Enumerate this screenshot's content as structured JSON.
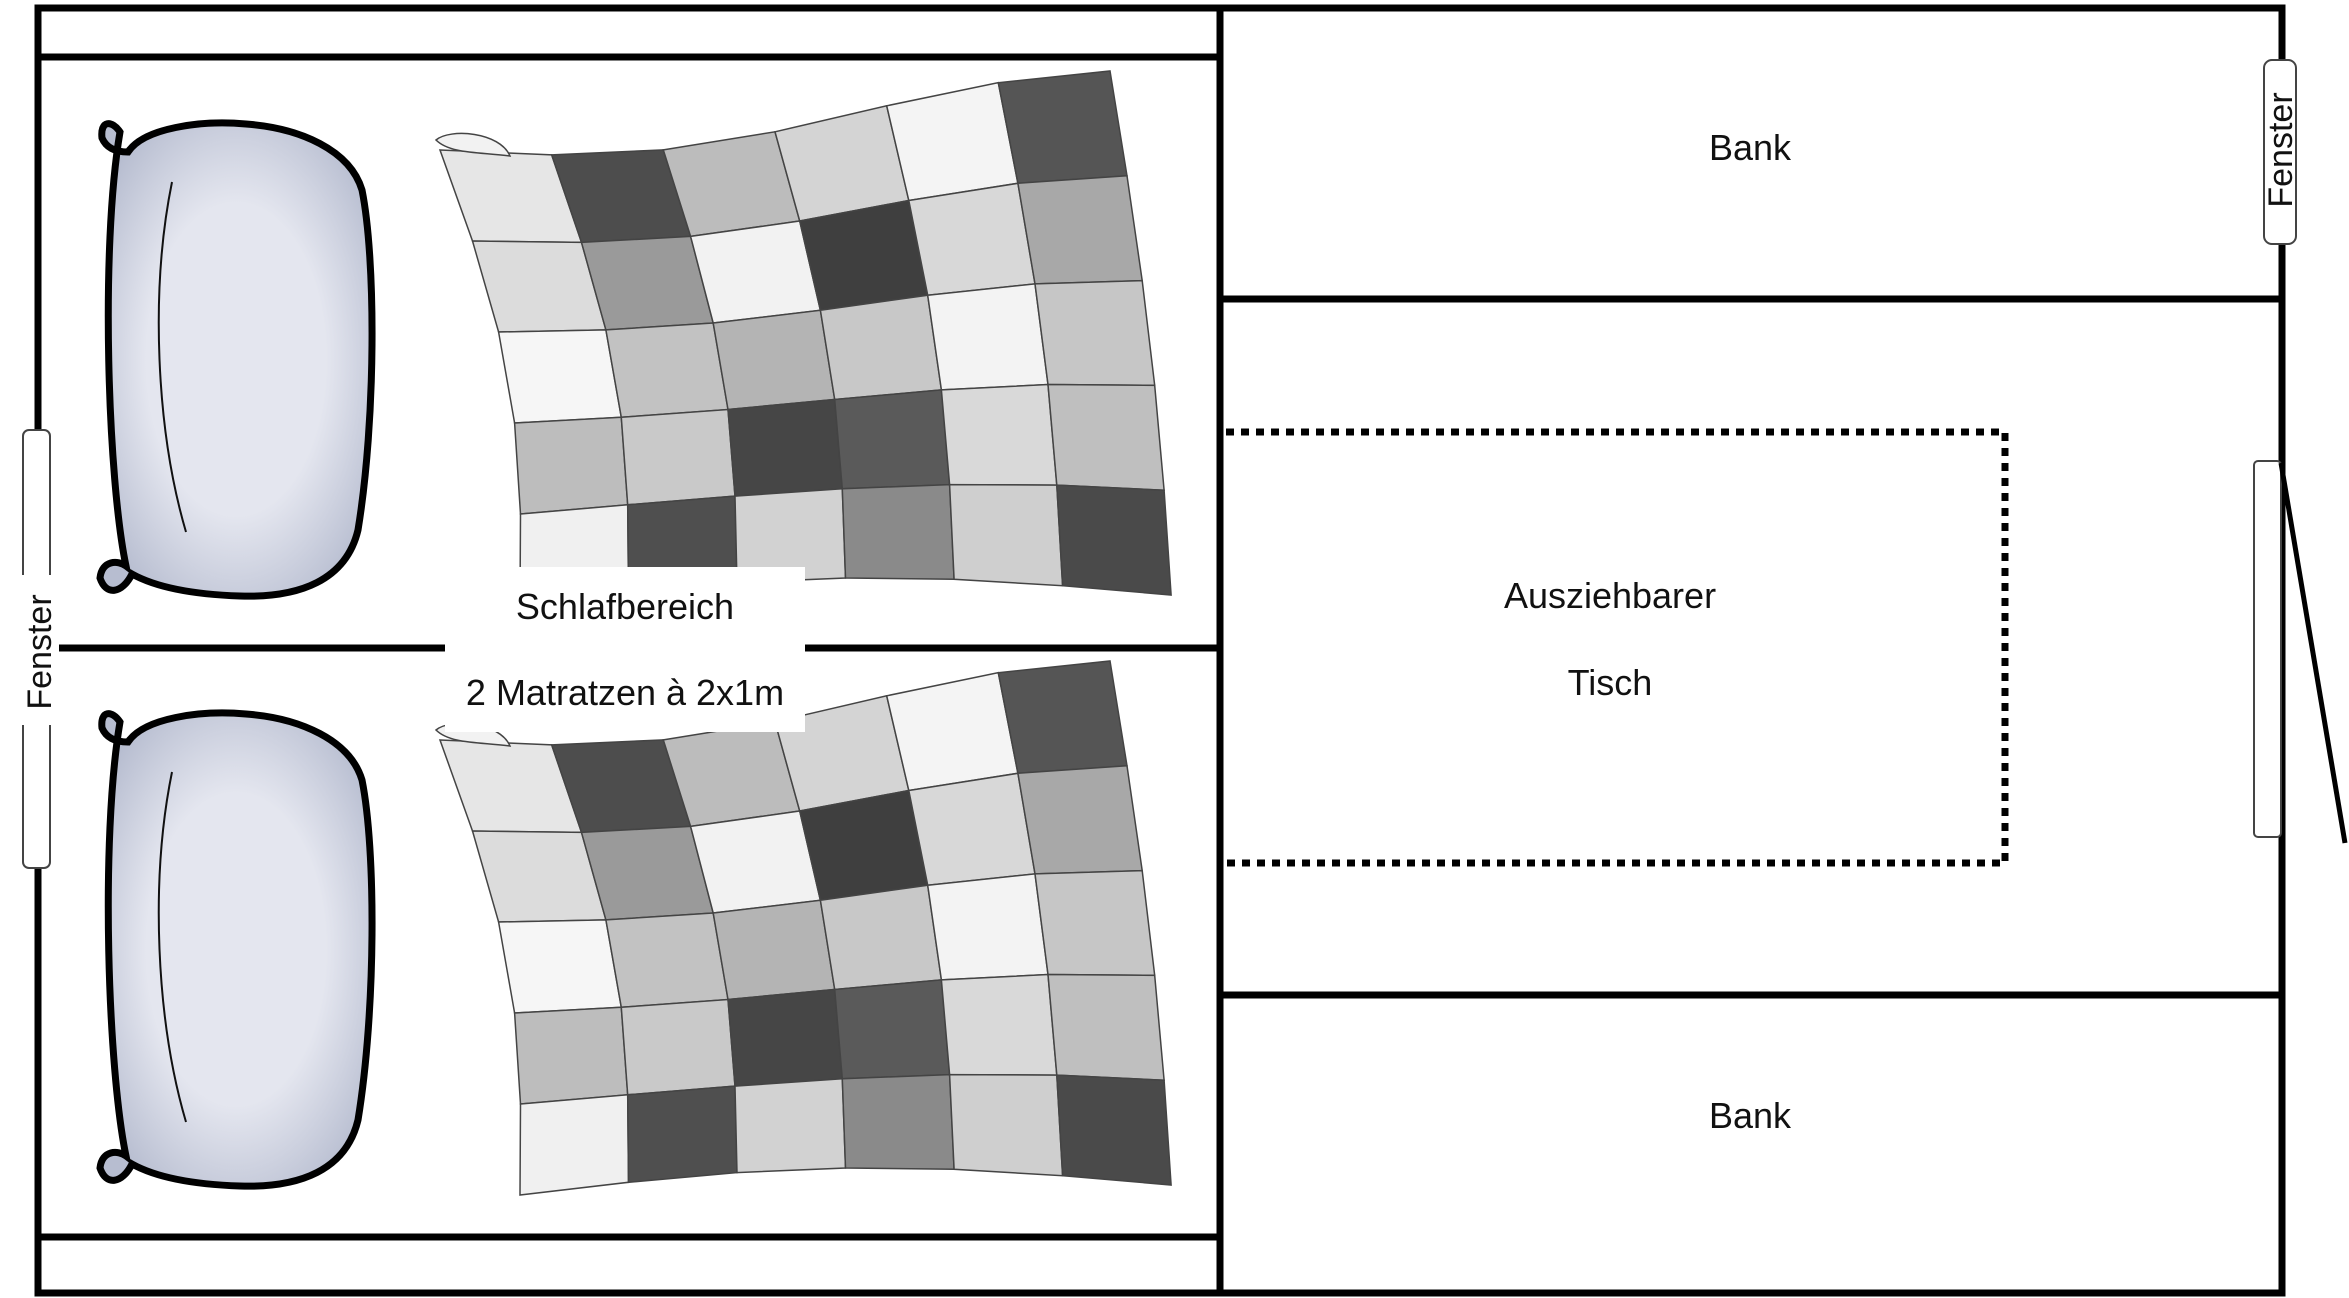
{
  "floor_plan": {
    "sleeping_area": {
      "title": "Schlafbereich",
      "detail": "2 Matratzen à 2x1m"
    },
    "bench_top": {
      "label": "Bank"
    },
    "bench_bottom": {
      "label": "Bank"
    },
    "table": {
      "line1": "Ausziehbarer",
      "line2": "Tisch"
    },
    "window_left": {
      "label": "Fenster"
    },
    "window_right": {
      "label": "Fenster"
    }
  },
  "quilt_tones": [
    [
      "#e6e6e6",
      "#4d4d4d",
      "#bcbcbc",
      "#d4d4d4",
      "#f4f4f4",
      "#555555"
    ],
    [
      "#dcdcdc",
      "#9a9a9a",
      "#f2f2f2",
      "#3f3f3f",
      "#d8d8d8",
      "#a8a8a8"
    ],
    [
      "#f6f6f6",
      "#c2c2c2",
      "#b4b4b4",
      "#c8c8c8",
      "#f3f3f3",
      "#c6c6c6"
    ],
    [
      "#bdbdbd",
      "#c9c9c9",
      "#464646",
      "#5a5a5a",
      "#d9d9d9",
      "#bfbfbf"
    ],
    [
      "#f0f0f0",
      "#4f4f4f",
      "#d2d2d2",
      "#8a8a8a",
      "#cfcfcf",
      "#4a4a4a"
    ]
  ],
  "colors": {
    "outline": "#000000",
    "pillow_fill": "#e4e6ef",
    "pillow_shade": "#bcc2d4"
  }
}
